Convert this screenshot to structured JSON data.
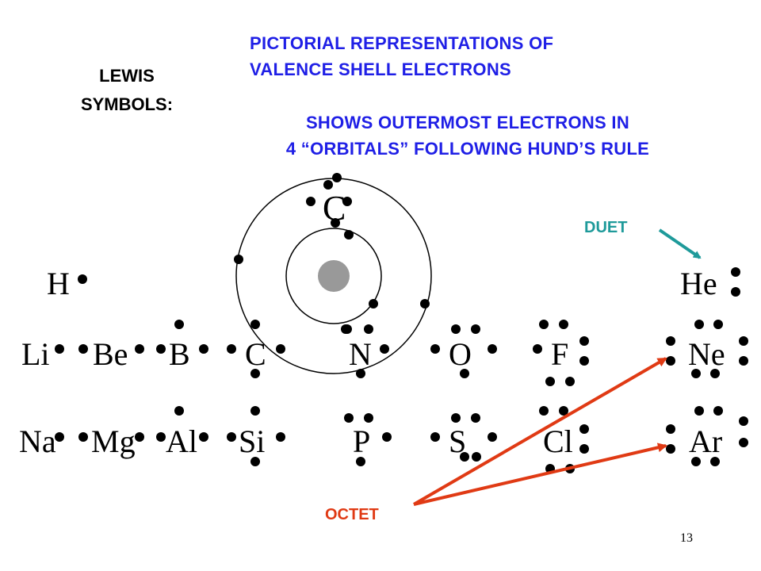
{
  "header": {
    "title_line1": "PICTORIAL REPRESENTATIONS OF",
    "title_line2": "VALENCE SHELL ELECTRONS",
    "subtitle_line1": "SHOWS OUTERMOST ELECTRONS IN",
    "subtitle_line2": "4 “ORBITALS” FOLLOWING HUND’S RULE"
  },
  "lewis_label": {
    "line1": "LEWIS",
    "line2": "SYMBOLS:"
  },
  "atom_diagram": {
    "symbol": "C"
  },
  "elements": {
    "row1": {
      "h": "H",
      "he": "He"
    },
    "row2": {
      "li": "Li",
      "be": "Be",
      "b": "B",
      "c": "C",
      "n": "N",
      "o": "O",
      "f": "F",
      "ne": "Ne"
    },
    "row3": {
      "na": "Na",
      "mg": "Mg",
      "al": "Al",
      "si": "Si",
      "p": "P",
      "s": "S",
      "cl": "Cl",
      "ar": "Ar"
    }
  },
  "annotations": {
    "duet": "DUET",
    "octet": "OCTET"
  },
  "page_number": "13",
  "colors": {
    "header_text": "#1F1FE6",
    "duet": "#1E9A9A",
    "octet": "#E03A14",
    "nucleus": "#999999",
    "electron": "#000000"
  }
}
